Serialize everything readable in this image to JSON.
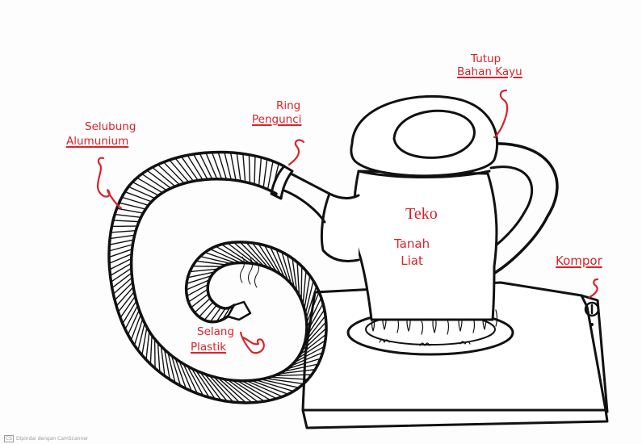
{
  "labels": {
    "tutup": "Tutup",
    "bahan_kayu": "Bahan Kayu",
    "ring": "Ring",
    "pengunci": "Pengunci",
    "selubung": "Selubung",
    "alumunium": "Alumunium",
    "teko": "Teko",
    "tanah": "Tanah",
    "liat": "Liat",
    "kompor": "Kompor",
    "selang": "Selang",
    "plastik": "Plastik"
  },
  "footer": {
    "badge": "CS",
    "text": "Dipindai dengan CamScanner"
  },
  "colors": {
    "ink": "#111111",
    "label": "#d8232a"
  }
}
